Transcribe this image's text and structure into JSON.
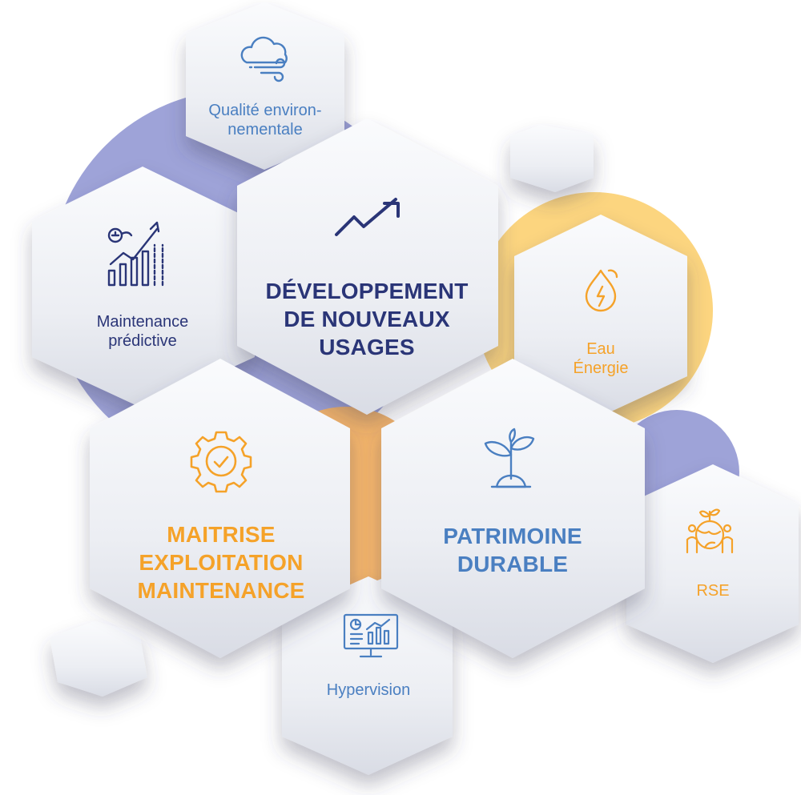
{
  "colors": {
    "navy": "#2a3577",
    "blue": "#4a7fc1",
    "orange": "#f5a229",
    "bubble_blue": "#9ea3d8",
    "bubble_yellow": "#fcd57f",
    "bubble_orange": "#f3b46b",
    "hex_fill_top": "#f9fafc",
    "hex_fill_bottom": "#dfe2ea"
  },
  "hexagons": {
    "qualite": {
      "lines": [
        "Qualité environ-",
        "nementale"
      ],
      "icon": "cloud-wind-icon"
    },
    "maintenance": {
      "lines": [
        "Maintenance",
        "prédictive"
      ],
      "icon": "growth-chart-icon"
    },
    "developpement": {
      "lines": [
        "DÉVELOPPEMENT",
        "DE NOUVEAUX",
        "USAGES"
      ],
      "icon": "trend-arrow-icon"
    },
    "eau": {
      "lines": [
        "Eau",
        "Énergie"
      ],
      "icon": "water-energy-icon"
    },
    "maitrise": {
      "lines": [
        "MAITRISE",
        "EXPLOITATION",
        "MAINTENANCE"
      ],
      "icon": "gear-check-icon"
    },
    "patrimoine": {
      "lines": [
        "PATRIMOINE",
        "DURABLE"
      ],
      "icon": "sprout-icon"
    },
    "rse": {
      "lines": [
        "RSE"
      ],
      "icon": "globe-people-icon"
    },
    "hypervision": {
      "lines": [
        "Hypervision"
      ],
      "icon": "monitor-dashboard-icon"
    }
  }
}
